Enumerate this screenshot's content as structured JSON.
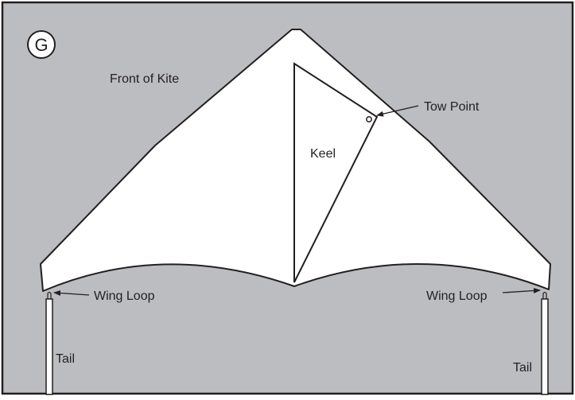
{
  "diagram": {
    "step_badge": "G",
    "labels": {
      "front_of_kite": "Front of Kite",
      "tow_point": "Tow Point",
      "keel": "Keel",
      "wing_loop_left": "Wing Loop",
      "wing_loop_right": "Wing Loop",
      "tail_left": "Tail",
      "tail_right": "Tail"
    }
  },
  "colors": {
    "background": "#bcbdc0",
    "kite_fill": "#ffffff",
    "outline": "#231f20"
  }
}
